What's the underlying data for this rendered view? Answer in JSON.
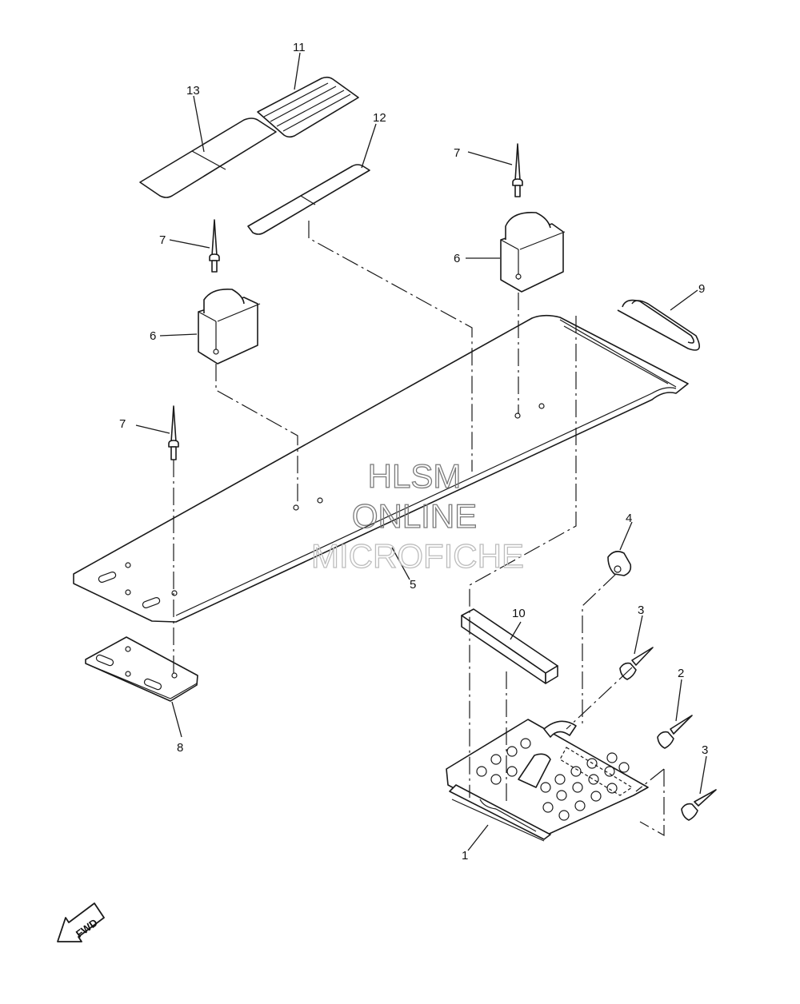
{
  "watermark": {
    "line1": "HLSM",
    "line2": "ONLINE",
    "line3": "MICROFICHE"
  },
  "callouts": {
    "c1": "1",
    "c2": "2",
    "c3a": "3",
    "c3b": "3",
    "c4": "4",
    "c5": "5",
    "c6a": "6",
    "c6b": "6",
    "c7a": "7",
    "c7b": "7",
    "c7c": "7",
    "c8": "8",
    "c9": "9",
    "c10": "10",
    "c11": "11",
    "c12": "12",
    "c13": "13"
  },
  "fwd_label": "FWD",
  "icons": {
    "forward_arrow": "fwd-arrow-icon"
  },
  "colors": {
    "line": "#1a1a1a",
    "watermark": "#7a7a7a",
    "background": "#ffffff"
  }
}
